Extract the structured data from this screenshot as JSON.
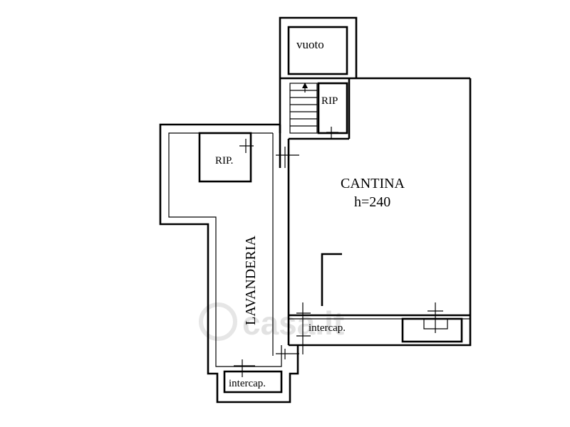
{
  "rooms": {
    "vuoto": "vuoto",
    "rip_top": "RIP",
    "rip_left": "RIP.",
    "cantina_name": "CANTINA",
    "cantina_height": "h=240",
    "lavanderia": "LAVANDERIA",
    "intercap_mid": "intercap.",
    "intercap_bottom": "intercap."
  },
  "watermark": "casa.it"
}
